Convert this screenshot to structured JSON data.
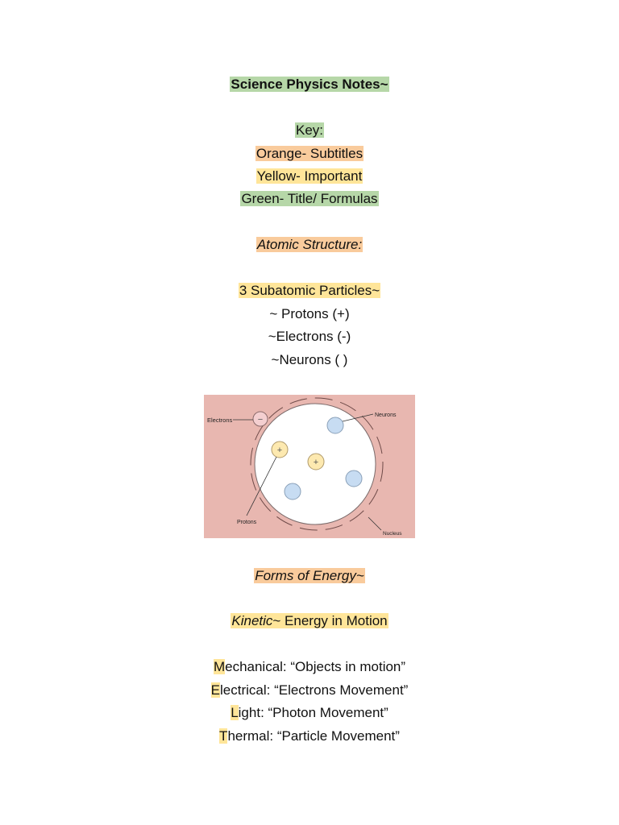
{
  "title": "Science Physics Notes~",
  "key": {
    "heading": "Key:",
    "orange": "Orange- Subtitles",
    "yellow": "Yellow- Important",
    "green": "Green- Title/ Formulas"
  },
  "atomic": {
    "heading": "Atomic Structure:",
    "particles_heading": "3 Subatomic Particles~",
    "items": [
      "~ Protons (+)",
      "~Electrons (-)",
      "~Neurons ( )"
    ]
  },
  "diagram": {
    "labels": {
      "electrons": "Electrons",
      "neurons": "Neurons",
      "protons": "Protons",
      "nucleus": "Nucleus"
    },
    "plus_sign": "+",
    "minus_sign": "−",
    "colors": {
      "background": "#e8b7b0",
      "nucleus": "#ffffff",
      "proton": "#fde9b0",
      "neutron": "#c7dcf2",
      "electron": "#f4cfd0"
    }
  },
  "energy": {
    "heading": "Forms of Energy~",
    "kinetic_word": "Kinetic",
    "kinetic_rest": "~ Energy in Motion",
    "forms": [
      {
        "initial": "M",
        "rest": "echanical: “Objects in motion”"
      },
      {
        "initial": "E",
        "rest": "lectrical: “Electrons Movement”"
      },
      {
        "initial": "L",
        "rest": "ight: “Photon Movement”"
      },
      {
        "initial": "T",
        "rest": "hermal: “Particle Movement”"
      }
    ]
  }
}
